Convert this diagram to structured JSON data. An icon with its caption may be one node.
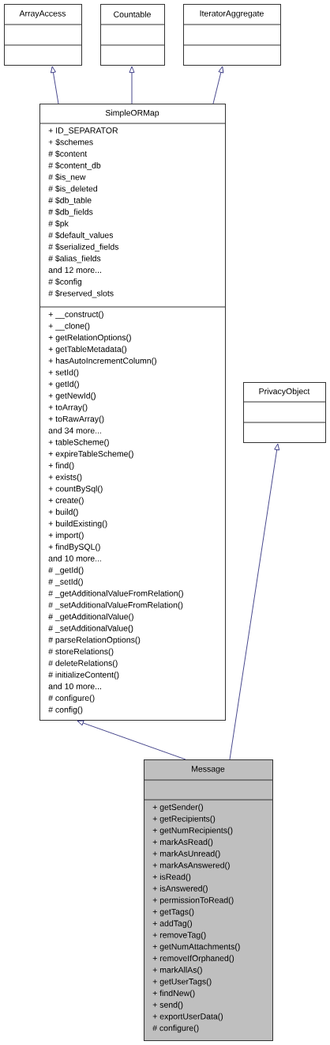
{
  "diagram": {
    "nodes": [
      {
        "text": [
          "ArrayAccess"
        ]
      },
      {
        "text": [
          "Countable"
        ]
      },
      {
        "text": [
          "IteratorAggregate"
        ]
      },
      {
        "text": [
          "SimpleORMap",
          "+ ID_SEPARATOR",
          "+ $schemes",
          "# $content",
          "# $content_db",
          "# $is_new",
          "# $is_deleted",
          "# $db_table",
          "# $db_fields",
          "# $pk",
          "# $default_values",
          "# $serialized_fields",
          "# $alias_fields",
          "and 12 more...",
          "# $config",
          "# $reserved_slots",
          "+ __construct()",
          "+ __clone()",
          "+ getRelationOptions()",
          "+ getTableMetadata()",
          "+ hasAutoIncrementColumn()",
          "+ setId()",
          "+ getId()",
          "+ getNewId()",
          "+ toArray()",
          "+ toRawArray()",
          "and 34 more...",
          "+ tableScheme()",
          "+ expireTableScheme()",
          "+ find()",
          "+ exists()",
          "+ countBySql()",
          "+ create()",
          "+ build()",
          "+ buildExisting()",
          "+ import()",
          "+ findBySQL()",
          "and 10 more...",
          "# _getId()",
          "# _setId()",
          "# _getAdditionalValueFromRelation()",
          "# _setAdditionalValueFromRelation()",
          "# _getAdditionalValue()",
          "# _setAdditionalValue()",
          "# parseRelationOptions()",
          "# storeRelations()",
          "# deleteRelations()",
          "# initializeContent()",
          "and 10 more...",
          "# configure()",
          "# config()"
        ]
      },
      {
        "text": [
          "PrivacyObject"
        ]
      },
      {
        "text": [
          "Message",
          "+ getSender()",
          "+ getRecipients()",
          "+ getNumRecipients()",
          "+ markAsRead()",
          "+ markAsUnread()",
          "+ markAsAnswered()",
          "+ isRead()",
          "+ isAnswered()",
          "+ permissionToRead()",
          "+ getTags()",
          "+ addTag()",
          "+ removeTag()",
          "+ getNumAttachments()",
          "+ removeIfOrphaned()",
          "+ markAllAs()",
          "+ getUserTags()",
          "+ findNew()",
          "+ send()",
          "+ exportUserData()",
          "# configure()"
        ]
      }
    ],
    "edges": [
      {
        "from": 3,
        "to": 0,
        "arrow": "to"
      },
      {
        "from": 3,
        "to": 1,
        "arrow": "to"
      },
      {
        "from": 3,
        "to": 2,
        "arrow": "to"
      },
      {
        "from": 5,
        "to": 3,
        "arrow": "to"
      },
      {
        "from": 5,
        "to": 4,
        "arrow": "to"
      }
    ]
  }
}
